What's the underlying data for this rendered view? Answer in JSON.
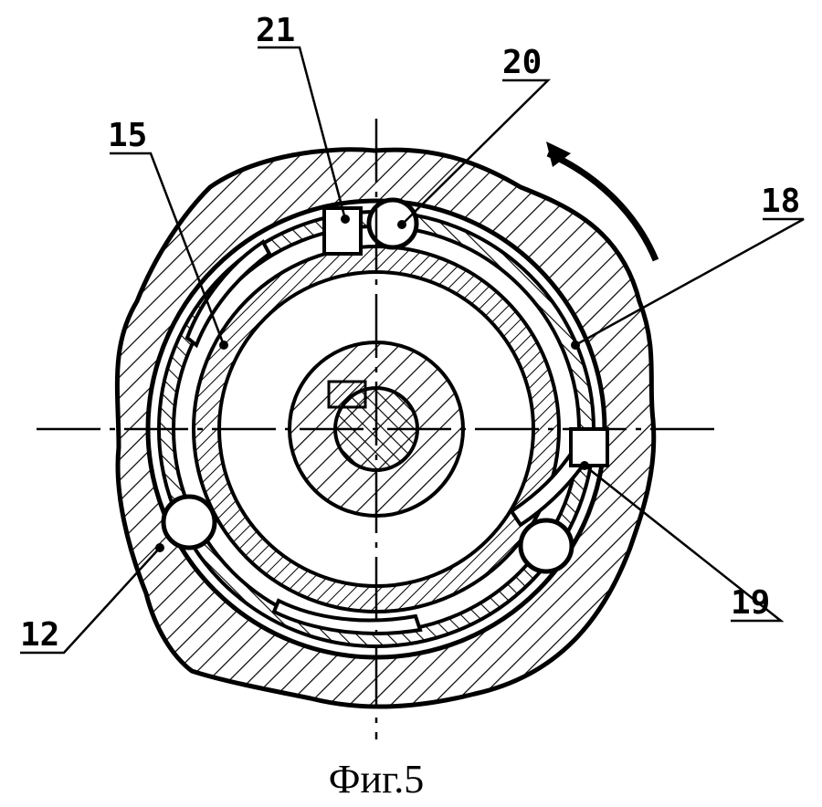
{
  "figure": {
    "caption": "Фиг.5",
    "labels": [
      {
        "id": "21",
        "text": "21"
      },
      {
        "id": "20",
        "text": "20"
      },
      {
        "id": "15",
        "text": "15"
      },
      {
        "id": "18",
        "text": "18"
      },
      {
        "id": "19",
        "text": "19"
      },
      {
        "id": "12",
        "text": "12"
      }
    ],
    "colors": {
      "ink": "#000000",
      "paper": "#ffffff"
    }
  }
}
